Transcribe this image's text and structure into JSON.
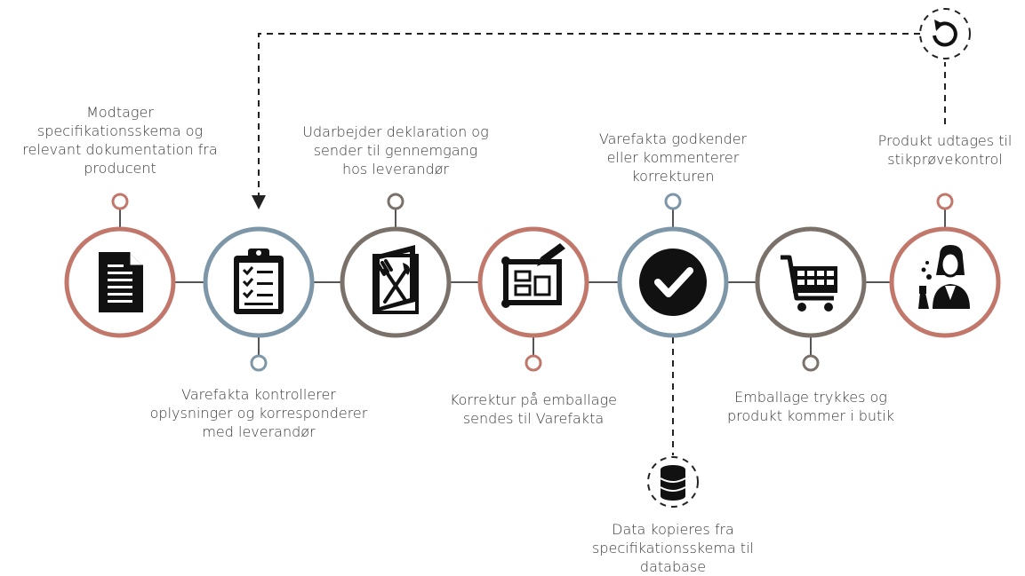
{
  "colors": {
    "terracotta": "#c2776b",
    "slate": "#7d97a8",
    "taupe": "#7a716b",
    "connector": "#555555",
    "icon": "#111111",
    "text": "#3a3a3a"
  },
  "steps": [
    {
      "icon": "document-icon",
      "color": "terracotta",
      "lines": [
        "Modtager",
        "specifikationsskema og",
        "relevant dokumentation fra",
        "producent"
      ]
    },
    {
      "icon": "clipboard-checklist-icon",
      "color": "slate",
      "lines": [
        "Varefakta kontrollerer",
        "oplysninger og korresponderer",
        "med leverandør"
      ]
    },
    {
      "icon": "menu-fork-knife-icon",
      "color": "taupe",
      "lines": [
        "Udarbejder deklaration og",
        "sender til gennemgang",
        "hos leverandør"
      ]
    },
    {
      "icon": "blueprint-pencil-icon",
      "color": "terracotta",
      "lines": [
        "Korrektur på emballage",
        "sendes til Varefakta"
      ]
    },
    {
      "icon": "checkmark-circle-icon",
      "color": "slate",
      "lines": [
        "Varefakta godkender",
        "eller kommenterer",
        "korrekturen"
      ]
    },
    {
      "icon": "shopping-cart-icon",
      "color": "taupe",
      "lines": [
        "Emballage trykkes og",
        "produkt kommer i butik"
      ]
    },
    {
      "icon": "scientist-icon",
      "color": "terracotta",
      "lines": [
        "Produkt udtages til",
        "stikprøvekontrol"
      ]
    }
  ],
  "extras": [
    {
      "icon": "database-icon",
      "lines": [
        "Data kopieres fra",
        "specifikationsskema til",
        "database"
      ]
    },
    {
      "icon": "loop-arrow-icon",
      "lines": []
    }
  ]
}
